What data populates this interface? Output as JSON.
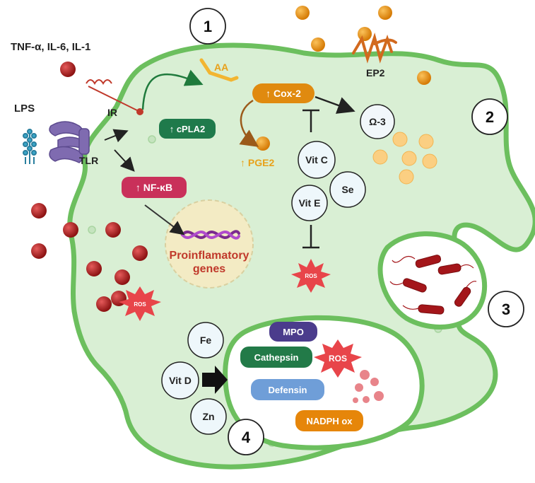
{
  "numbers": {
    "n1": "1",
    "n2": "2",
    "n3": "3",
    "n4": "4"
  },
  "labels": {
    "cytokines": "TNF-α, IL-6, IL-1",
    "lps": "LPS",
    "ir": "IR",
    "tlr": "TLR",
    "aa": "AA",
    "ep2": "EP2",
    "cox2": "↑ Cox-2",
    "cpla2": "↑ cPLA2",
    "pge2": "↑ PGE2",
    "omega3": "Ω-3",
    "nfkb": "↑ NF-κB",
    "vitc": "Vit C",
    "se": "Se",
    "vite": "Vit E",
    "genes_line1": "Proinflamatory",
    "genes_line2": "genes",
    "ros": "ROS",
    "fe": "Fe",
    "vitd": "Vit D",
    "zn": "Zn",
    "mpo": "MPO",
    "cathepsin": "Cathepsin",
    "defensin": "Defensin",
    "nadph": "NADPH ox"
  },
  "colors": {
    "cell_fill": "#d9efd4",
    "cell_stroke": "#6cbf5e",
    "cox2": "#e08a0f",
    "cpla2": "#1f7a4b",
    "nfkb": "#c9305a",
    "mpo": "#4b3c8c",
    "cathepsin": "#227a48",
    "defensin": "#6f9ed8",
    "nadph": "#e6860a",
    "ros": "#e8454a",
    "red_ball": "#b91c1c",
    "orange_ball": "#e8890b"
  }
}
